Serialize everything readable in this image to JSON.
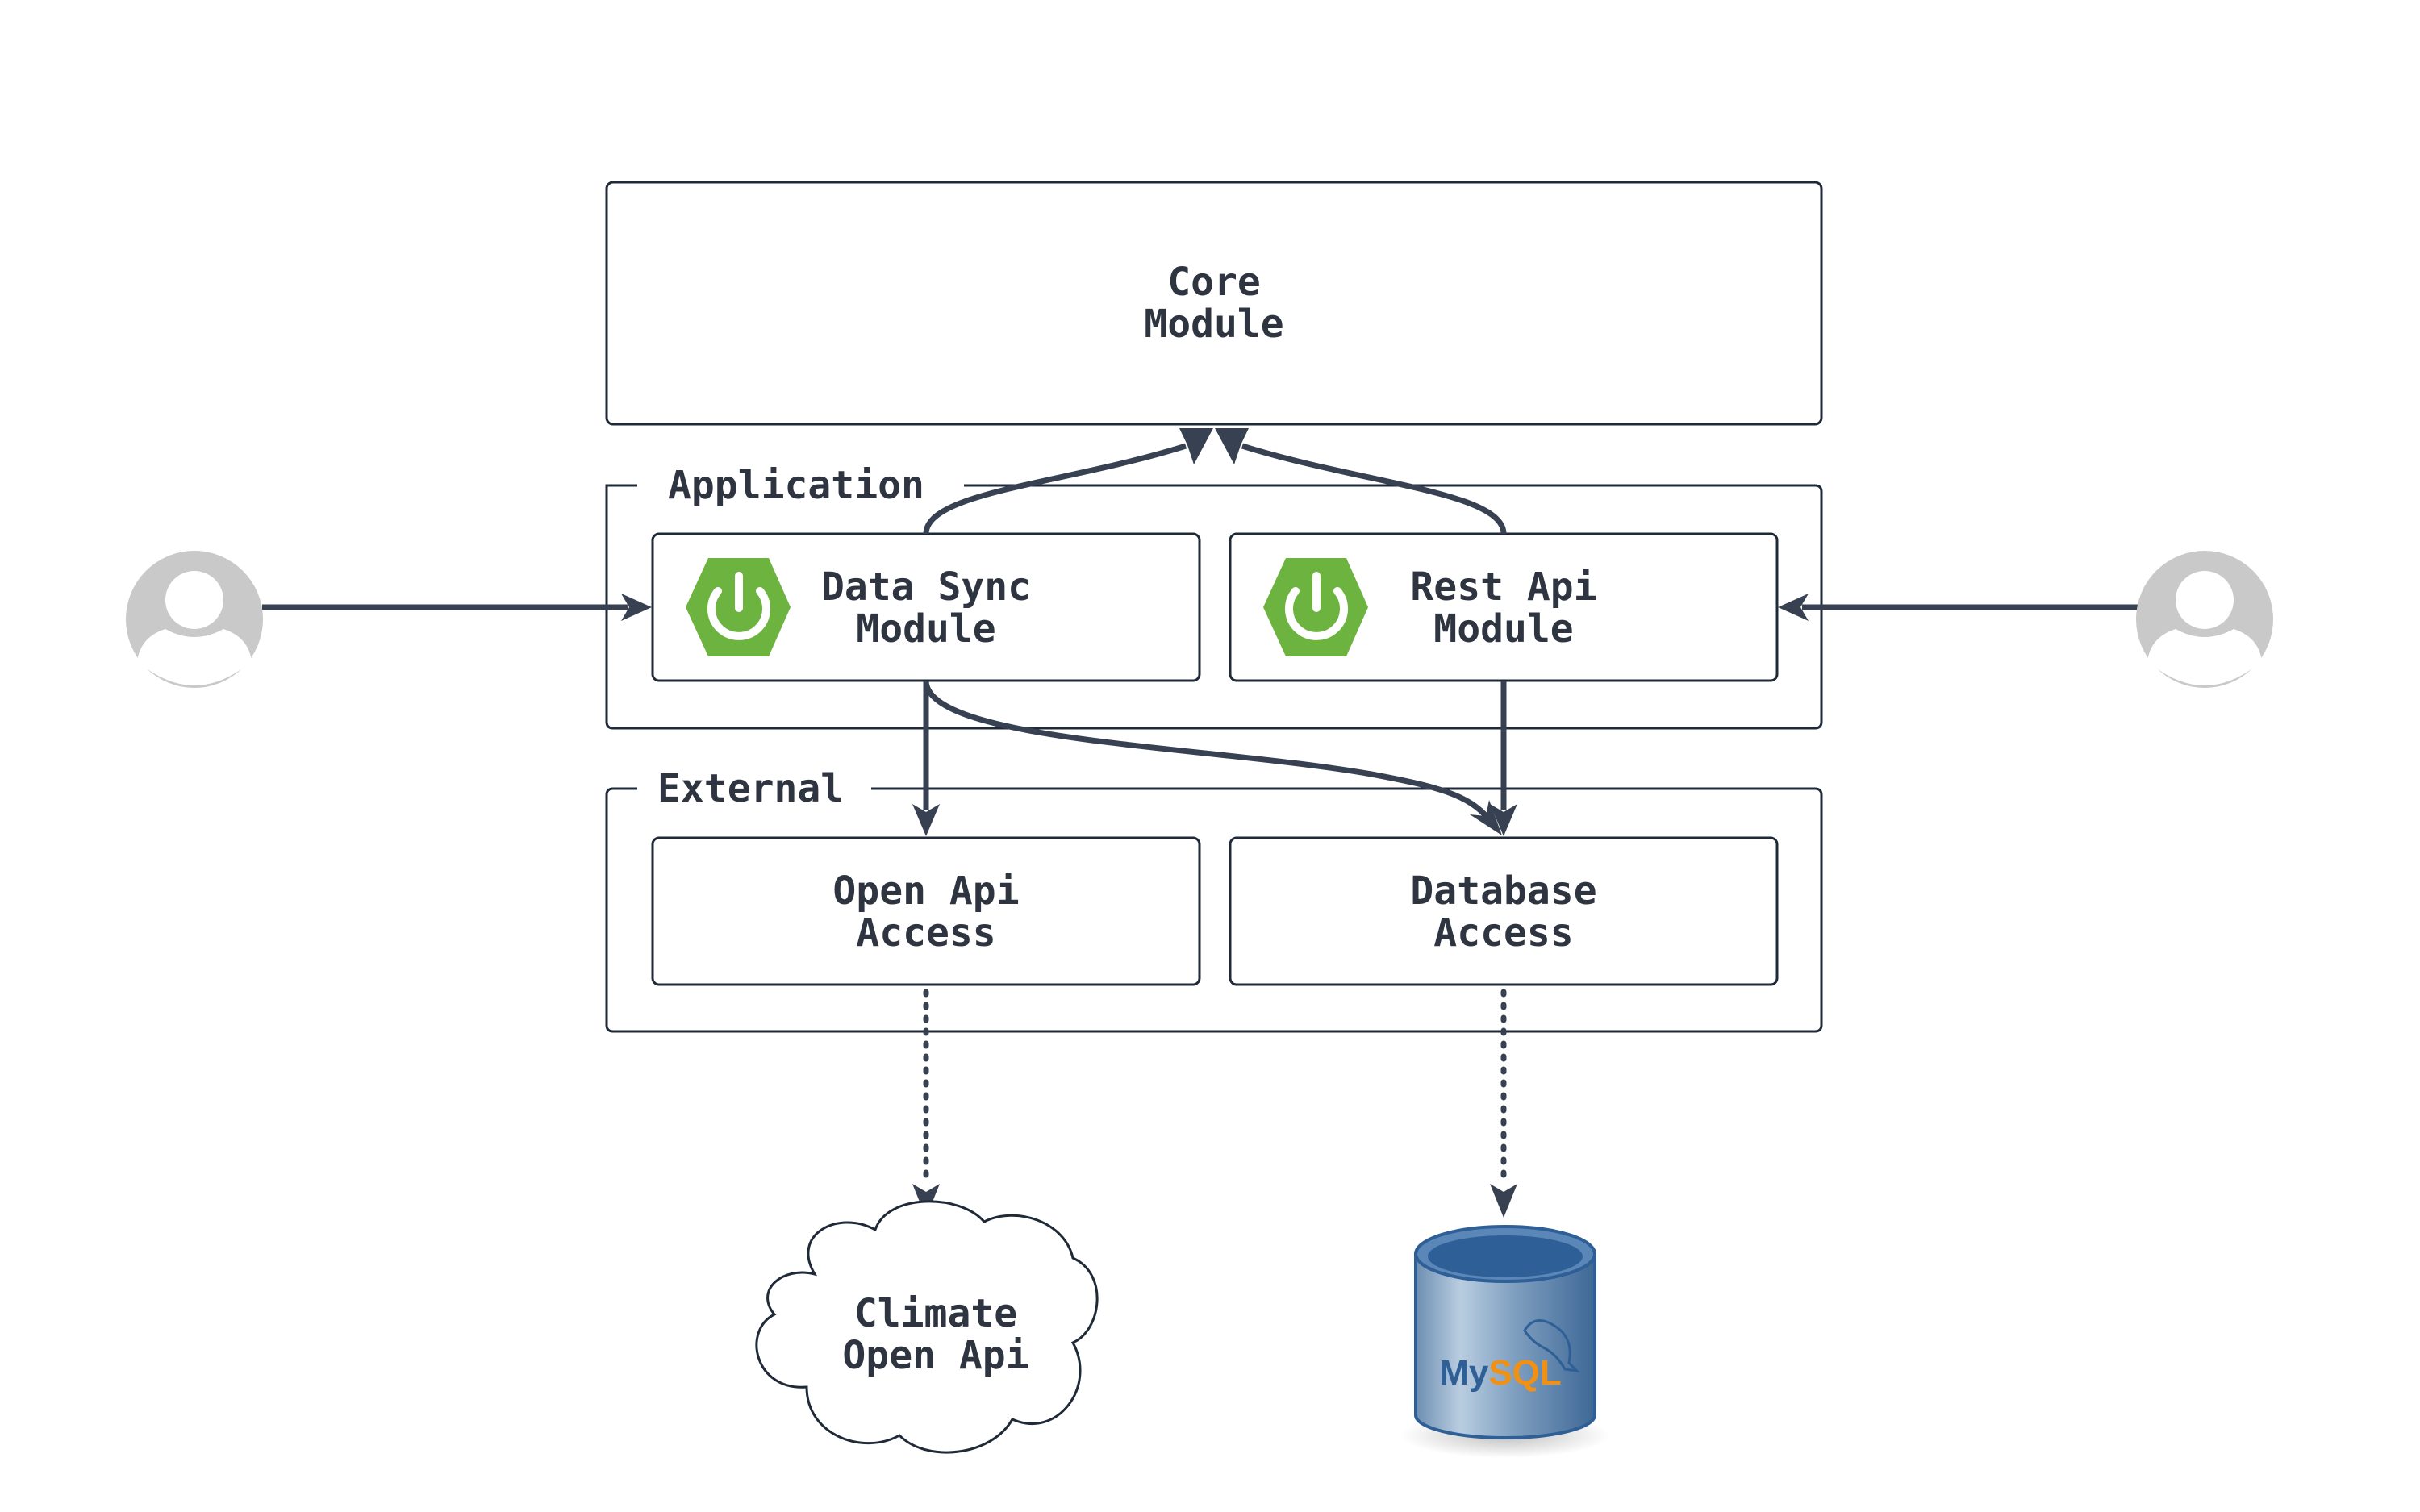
{
  "nodes": {
    "core": [
      "Core",
      "Module"
    ],
    "application_group": "Application",
    "data_sync": [
      "Data Sync",
      "Module"
    ],
    "rest_api": [
      "Rest Api",
      "Module"
    ],
    "external_group": "External",
    "open_api_access": [
      "Open Api",
      "Access"
    ],
    "database_access": [
      "Database",
      "Access"
    ],
    "climate_api": [
      "Climate",
      "Open Api"
    ]
  },
  "logos": {
    "spring": "spring-boot-icon",
    "mysql": "MySQL"
  },
  "actors": [
    "user-left-icon",
    "user-right-icon"
  ],
  "colors": {
    "spring_green": "#6db33f",
    "edge": "#374151",
    "actor_gray": "#c9c9c9",
    "mysql_blue": "#2f5f97",
    "mysql_orange": "#f29111"
  },
  "edges": [
    {
      "from": "user-left",
      "to": "data_sync",
      "style": "solid"
    },
    {
      "from": "user-right",
      "to": "rest_api",
      "style": "solid"
    },
    {
      "from": "data_sync",
      "to": "core",
      "style": "solid"
    },
    {
      "from": "rest_api",
      "to": "core",
      "style": "solid"
    },
    {
      "from": "data_sync",
      "to": "open_api_access",
      "style": "solid"
    },
    {
      "from": "data_sync",
      "to": "database_access",
      "style": "solid"
    },
    {
      "from": "rest_api",
      "to": "database_access",
      "style": "solid"
    },
    {
      "from": "open_api_access",
      "to": "climate_api",
      "style": "dotted"
    },
    {
      "from": "database_access",
      "to": "mysql",
      "style": "dotted"
    }
  ]
}
